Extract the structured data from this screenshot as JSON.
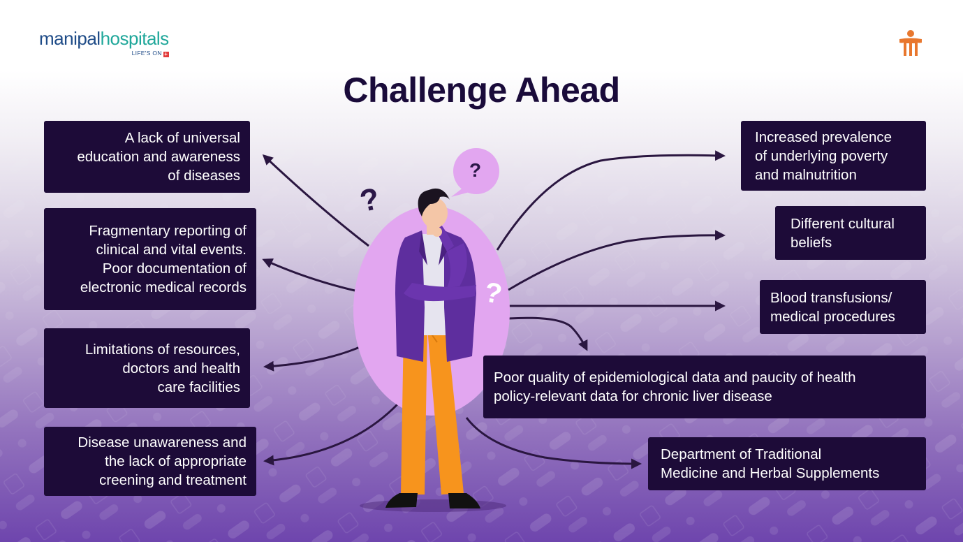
{
  "logo": {
    "part1": "manipal",
    "part2": "hospitals",
    "tagline": "LIFE'S ON",
    "tag_symbol": "+"
  },
  "corner_icon": "person-emblem-icon",
  "title": "Challenge Ahead",
  "left_boxes": [
    {
      "lines": [
        "A lack of universal",
        "education and awareness",
        "of diseases"
      ]
    },
    {
      "lines": [
        "Fragmentary reporting of",
        "clinical and vital events.",
        "Poor documentation of",
        "electronic medical records"
      ]
    },
    {
      "lines": [
        "Limitations of resources,",
        "doctors and health",
        "care facilities"
      ]
    },
    {
      "lines": [
        "Disease unawareness and",
        "the lack of appropriate",
        "creening and treatment"
      ]
    }
  ],
  "right_boxes": [
    {
      "lines": [
        "Increased prevalence",
        "of underlying poverty",
        "and malnutrition"
      ]
    },
    {
      "lines": [
        "Different cultural",
        "beliefs"
      ]
    },
    {
      "lines": [
        "Blood transfusions/",
        "medical procedures"
      ]
    },
    {
      "lines": [
        "Poor quality of epidemiological data and paucity of health",
        "policy-relevant data for chronic liver disease"
      ]
    },
    {
      "lines": [
        "Department of Traditional",
        "Medicine and Herbal Supplements"
      ]
    }
  ],
  "speech_bubble": "?",
  "question_marks": [
    "?",
    "?"
  ],
  "colors": {
    "box_bg": "#1d0b38",
    "title": "#1a0b3a",
    "oval": "#e2a6f0",
    "jacket": "#5e2e9e",
    "pants": "#f7941d",
    "arrow": "#2a1640"
  }
}
